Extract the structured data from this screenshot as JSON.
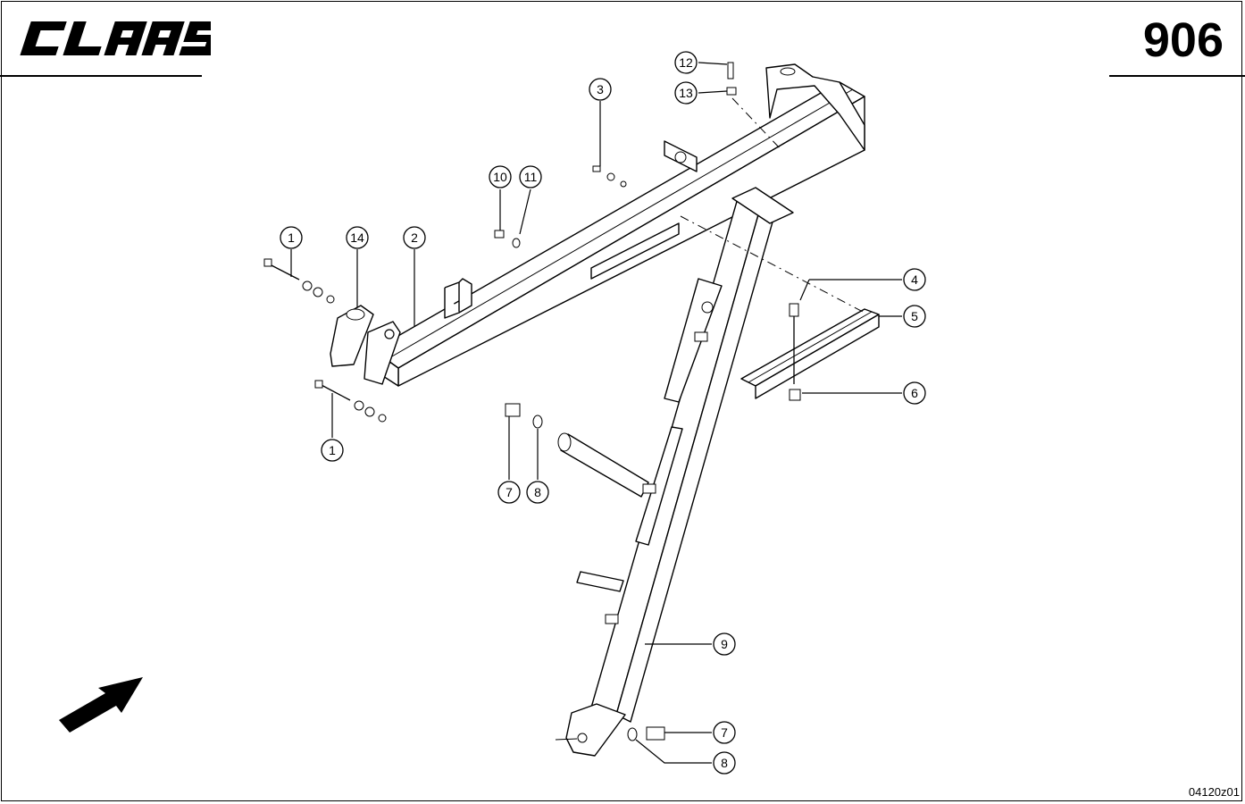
{
  "header": {
    "brand": "CLAAS",
    "page_number": "906"
  },
  "footer": {
    "drawing_code": "04120z01"
  },
  "callouts": {
    "c1a": "1",
    "c1b": "1",
    "c2": "2",
    "c3": "3",
    "c4": "4",
    "c5": "5",
    "c6": "6",
    "c7a": "7",
    "c7b": "7",
    "c8a": "8",
    "c8b": "8",
    "c9": "9",
    "c10": "10",
    "c11": "11",
    "c12": "12",
    "c13": "13",
    "c14": "14"
  },
  "icons": {
    "direction": "arrow-icon"
  }
}
